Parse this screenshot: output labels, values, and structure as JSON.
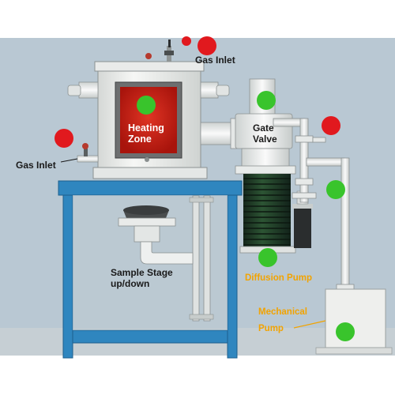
{
  "labels": {
    "gas_inlet_top": "Gas Inlet",
    "gas_inlet_left": "Gas Inlet",
    "heating_zone_line1": "Heating",
    "heating_zone_line2": "Zone",
    "gate_valve_line1": "Gate",
    "gate_valve_line2": "Valve",
    "sample_stage_line1": "Sample Stage",
    "sample_stage_line2": "up/down",
    "diffusion_pump": "Diffusion Pump",
    "mechanical_pump_line1": "Mechanical",
    "mechanical_pump_line2": "Pump"
  },
  "colors": {
    "wall": "#b9c8d3",
    "floor": "#c3ccd1",
    "frame_blue": "#2f86bf",
    "chamber_white": "#f1f2f0",
    "heating_red": "#c81e12",
    "indicator_red": "#e1191e",
    "indicator_green": "#39c42c",
    "bellows_green": "#1e3b24",
    "label_orange": "#f2a300",
    "label_white": "#ffffff",
    "label_dark": "#1a1a1a"
  }
}
